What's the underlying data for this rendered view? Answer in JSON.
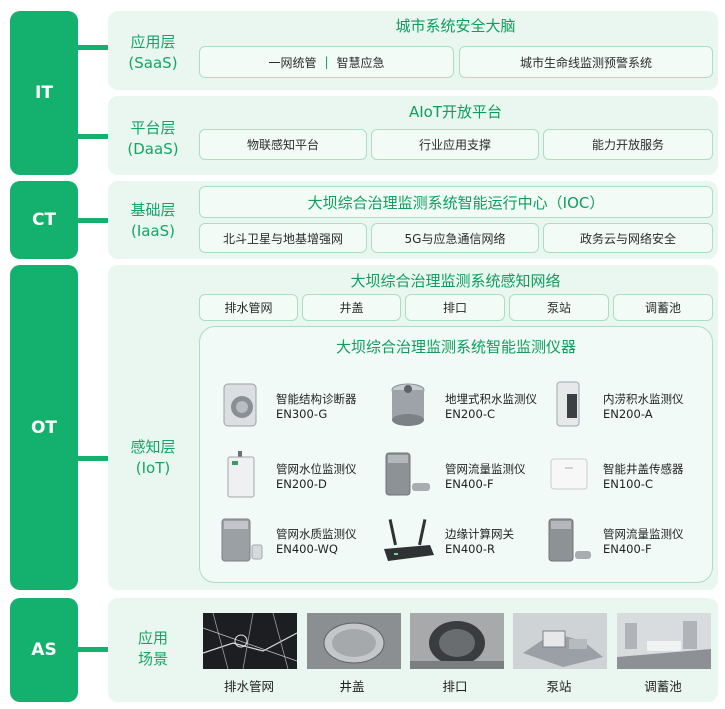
{
  "tags": {
    "it": "IT",
    "ct": "CT",
    "ot": "OT",
    "as": "AS"
  },
  "saas": {
    "layer": [
      "应用层",
      "(SaaS)"
    ],
    "title": "城市系统安全大脑",
    "items": [
      "一网统管",
      "智慧应急",
      "城市生命线监测预警系统"
    ],
    "separator": "|"
  },
  "daas": {
    "layer": [
      "平台层",
      "(DaaS)"
    ],
    "title": "AIoT开放平台",
    "items": [
      "物联感知平台",
      "行业应用支撑",
      "能力开放服务"
    ]
  },
  "iaas": {
    "layer": [
      "基础层",
      "(IaaS)"
    ],
    "title": "大坝综合治理监测系统智能运行中心（IOC）",
    "items": [
      "北斗卫星与地基增强网",
      "5G与应急通信网络",
      "政务云与网络安全"
    ]
  },
  "iot": {
    "layer": [
      "感知层",
      "(IoT)"
    ],
    "title": "大坝综合治理监测系统感知网络",
    "items": [
      "排水管网",
      "井盖",
      "排口",
      "泵站",
      "调蓄池"
    ],
    "devices_title": "大坝综合治理监测系统智能监测仪器",
    "devices": [
      {
        "name": "智能结构诊断器",
        "code": "EN300-G"
      },
      {
        "name": "地埋式积水监测仪",
        "code": "EN200-C"
      },
      {
        "name": "内涝积水监测仪",
        "code": "EN200-A"
      },
      {
        "name": "管网水位监测仪",
        "code": "EN200-D"
      },
      {
        "name": "管网流量监测仪",
        "code": "EN400-F"
      },
      {
        "name": "智能井盖传感器",
        "code": "EN100-C"
      },
      {
        "name": "管网水质监测仪",
        "code": "EN400-WQ"
      },
      {
        "name": "边缘计算网关",
        "code": "EN400-R"
      },
      {
        "name": "管网流量监测仪",
        "code": "EN400-F"
      }
    ]
  },
  "scenes": {
    "layer": [
      "应用",
      "场景"
    ],
    "items": [
      "排水管网",
      "井盖",
      "排口",
      "泵站",
      "调蓄池"
    ]
  }
}
